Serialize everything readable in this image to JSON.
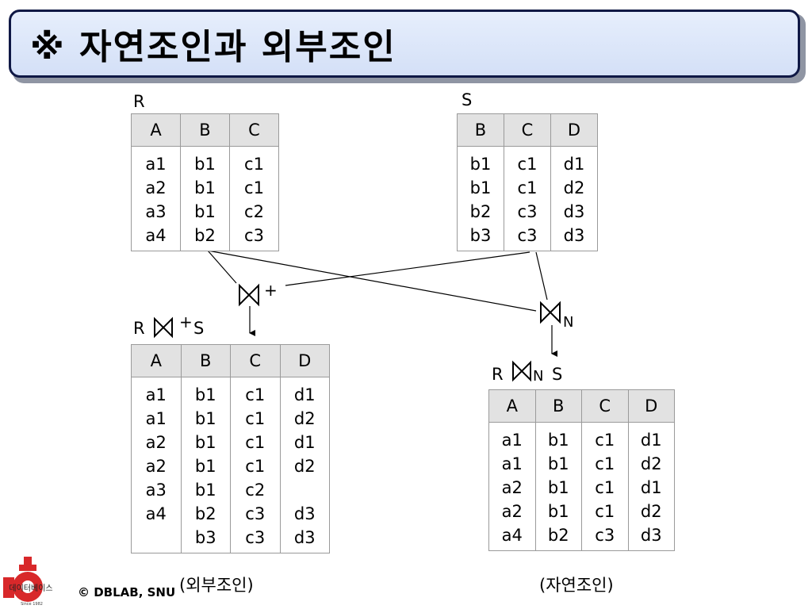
{
  "title": "※ 자연조인과 외부조인",
  "relation_r": {
    "name": "R",
    "columns": [
      "A",
      "B",
      "C"
    ],
    "rows": [
      [
        "a1",
        "b1",
        "c1"
      ],
      [
        "a2",
        "b1",
        "c1"
      ],
      [
        "a3",
        "b1",
        "c2"
      ],
      [
        "a4",
        "b2",
        "c3"
      ]
    ]
  },
  "relation_s": {
    "name": "S",
    "columns": [
      "B",
      "C",
      "D"
    ],
    "rows": [
      [
        "b1",
        "c1",
        "d1"
      ],
      [
        "b1",
        "c1",
        "d2"
      ],
      [
        "b2",
        "c3",
        "d3"
      ],
      [
        "b3",
        "c3",
        "d3"
      ]
    ]
  },
  "outer_join": {
    "op_symbol": "⋈",
    "op_sup": "+",
    "left": "R",
    "right": "S",
    "columns": [
      "A",
      "B",
      "C",
      "D"
    ],
    "rows": [
      [
        "a1",
        "b1",
        "c1",
        "d1"
      ],
      [
        "a1",
        "b1",
        "c1",
        "d2"
      ],
      [
        "a2",
        "b1",
        "c1",
        "d1"
      ],
      [
        "a2",
        "b1",
        "c1",
        "d2"
      ],
      [
        "a3",
        "b1",
        "c2",
        ""
      ],
      [
        "a4",
        "b2",
        "c3",
        "d3"
      ],
      [
        "",
        "b3",
        "c3",
        "d3"
      ]
    ],
    "caption": "(외부조인)"
  },
  "natural_join": {
    "op_symbol": "⋈",
    "op_sub": "N",
    "left": "R",
    "right": "S",
    "columns": [
      "A",
      "B",
      "C",
      "D"
    ],
    "rows": [
      [
        "a1",
        "b1",
        "c1",
        "d1"
      ],
      [
        "a1",
        "b1",
        "c1",
        "d2"
      ],
      [
        "a2",
        "b1",
        "c1",
        "d1"
      ],
      [
        "a2",
        "b1",
        "c1",
        "d2"
      ],
      [
        "a4",
        "b2",
        "c3",
        "d3"
      ]
    ],
    "caption": "(자연조인)"
  },
  "footer": {
    "copyright": "© DBLAB, SNU",
    "logo_text": "데이터베이스",
    "logo_since": "Since 1982",
    "logo_color": "#d8282a"
  }
}
